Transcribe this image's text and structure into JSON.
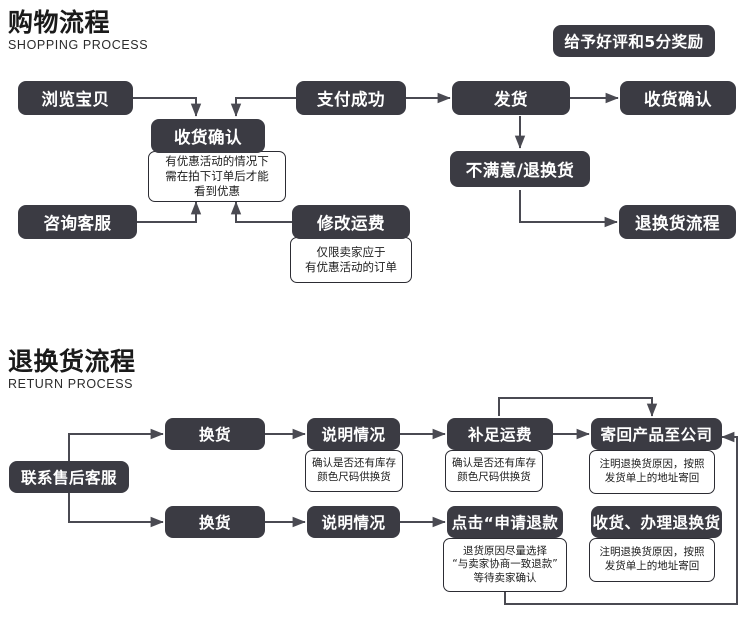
{
  "sections": [
    {
      "id": "shopping",
      "title_cn": "购物流程",
      "title_en": "SHOPPING PROCESS"
    },
    {
      "id": "return",
      "title_cn": "退换货流程",
      "title_en": "RETURN PROCESS"
    }
  ],
  "colors": {
    "node_fill": "#3b3b43",
    "node_text": "#ffffff",
    "note_border": "#2c2c33",
    "note_text": "#1c1c1c",
    "wire": "#4a4a52",
    "background": "#ffffff"
  },
  "shopping": {
    "nodes": [
      {
        "id": "browse",
        "label": "浏览宝贝"
      },
      {
        "id": "confirm1",
        "label": "收货确认"
      },
      {
        "id": "pay",
        "label": "支付成功"
      },
      {
        "id": "ship",
        "label": "发货"
      },
      {
        "id": "confirm2",
        "label": "收货确认"
      },
      {
        "id": "reward",
        "label": "给予好评和5分奖励"
      },
      {
        "id": "dissatisfied",
        "label": "不满意/退换货"
      },
      {
        "id": "return_flow",
        "label": "退换货流程"
      },
      {
        "id": "service",
        "label": "咨询客服"
      },
      {
        "id": "shipfee",
        "label": "修改运费"
      }
    ],
    "notes": [
      {
        "id": "note-confirm1",
        "lines": [
          "有优惠活动的情况下",
          "需在拍下订单后才能",
          "看到优惠"
        ]
      },
      {
        "id": "note-shipfee",
        "lines": [
          "仅限卖家应于",
          "有优惠活动的订单"
        ]
      }
    ]
  },
  "return": {
    "nodes": [
      {
        "id": "contact",
        "label": "联系售后客服"
      },
      {
        "id": "exchange1",
        "label": "换货"
      },
      {
        "id": "explain1",
        "label": "说明情况"
      },
      {
        "id": "addfee",
        "label": "补足运费"
      },
      {
        "id": "sendback",
        "label": "寄回产品至公司"
      },
      {
        "id": "exchange2",
        "label": "换货"
      },
      {
        "id": "explain2",
        "label": "说明情况"
      },
      {
        "id": "refund",
        "label": "点击“申请退款"
      },
      {
        "id": "receive",
        "label": "收货、办理退换货"
      }
    ],
    "notes": [
      {
        "id": "note-explain1",
        "lines": [
          "确认是否还有库存",
          "颜色尺码供换货"
        ]
      },
      {
        "id": "note-addfee",
        "lines": [
          "确认是否还有库存",
          "颜色尺码供换货"
        ]
      },
      {
        "id": "note-sendback",
        "lines": [
          "注明退换货原因，按照",
          "发货单上的地址寄回"
        ]
      },
      {
        "id": "note-refund",
        "lines": [
          "退货原因尽量选择",
          "“与卖家协商一致退款”",
          "等待卖家确认"
        ]
      },
      {
        "id": "note-receive",
        "lines": [
          "注明退换货原因，按照",
          "发货单上的地址寄回"
        ]
      }
    ]
  }
}
